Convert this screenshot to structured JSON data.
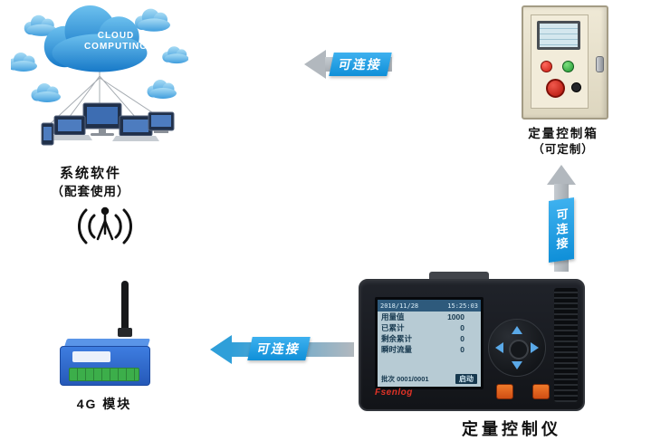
{
  "cloud": {
    "title_line1": "CLOUD",
    "title_line2": "COMPUTING",
    "caption_line1": "系统软件",
    "caption_line2": "（配套使用）"
  },
  "module_4g": {
    "label": "4G 模块"
  },
  "arrows": {
    "top": "可连接",
    "vertical": "可连接",
    "bottom": "可连接"
  },
  "controller": {
    "label": "定量控制仪",
    "brand": "Fsenlog",
    "lcd": {
      "date": "2018/11/28",
      "time": "15:25:03",
      "rows": [
        {
          "label": "用量值",
          "value": "1000"
        },
        {
          "label": "已累计",
          "value": "0"
        },
        {
          "label": "剩余累计",
          "value": "0"
        },
        {
          "label": "瞬时流量",
          "value": "0"
        }
      ],
      "batch": "批次 0001/0001",
      "start_button": "启动"
    }
  },
  "control_box": {
    "label_line1": "定量控制箱",
    "label_line2": "（可定制）"
  },
  "icons": {
    "wifi_signal": "((A)) wireless-signal",
    "antenna": "rod-antenna",
    "nav_pad": "directional-pad"
  },
  "colors": {
    "arrow_gray": "#b2b8be",
    "label_blue": "#1b9ce0",
    "cloud_blue": "#1779c8",
    "module_blue": "#2f6bd0",
    "brand_red": "#e03226"
  }
}
